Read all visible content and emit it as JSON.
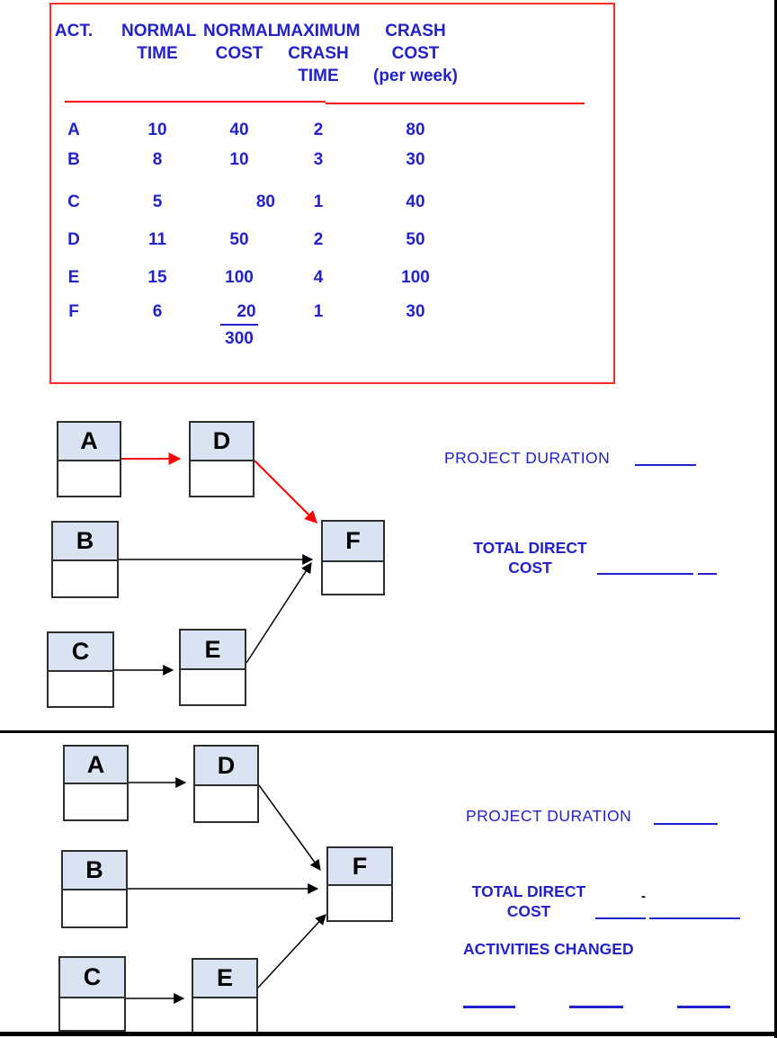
{
  "colors": {
    "blue": "#2222cc",
    "red": "#ff0000",
    "table_border": "#ff2a2a",
    "node_fill": "#dae3f1"
  },
  "table": {
    "headers": {
      "col1": {
        "line1": "ACT."
      },
      "col2": {
        "line1": "NORMAL",
        "line2": "TIME"
      },
      "col3": {
        "line1": "NORMAL",
        "line2": "COST"
      },
      "col4": {
        "line1": "MAXIMUM",
        "line2": "CRASH",
        "line3": "TIME"
      },
      "col5": {
        "line1": "CRASH",
        "line2": "COST",
        "line3": "(per week)"
      }
    },
    "rows": [
      {
        "act": "A",
        "normal_time": "10",
        "normal_cost": "40",
        "max_crash_time": "2",
        "crash_cost": "80"
      },
      {
        "act": "B",
        "normal_time": "8",
        "normal_cost": "10",
        "max_crash_time": "3",
        "crash_cost": "30"
      },
      {
        "act": "C",
        "normal_time": "5",
        "normal_cost": "80",
        "max_crash_time": "1",
        "crash_cost": "40"
      },
      {
        "act": "D",
        "normal_time": "11",
        "normal_cost": "50",
        "max_crash_time": "2",
        "crash_cost": "50"
      },
      {
        "act": "E",
        "normal_time": "15",
        "normal_cost": "100",
        "max_crash_time": "4",
        "crash_cost": "100"
      },
      {
        "act": "F",
        "normal_time": "6",
        "normal_cost": "20",
        "max_crash_time": "1",
        "crash_cost": "30"
      }
    ],
    "total_normal_cost": "300"
  },
  "diagram1": {
    "nodes": [
      "A",
      "D",
      "B",
      "F",
      "C",
      "E"
    ],
    "project_duration_label": "PROJECT DURATION",
    "total_direct_line1": "TOTAL DIRECT",
    "total_direct_line2": "COST"
  },
  "diagram2": {
    "nodes": [
      "A",
      "D",
      "B",
      "F",
      "C",
      "E"
    ],
    "project_duration_label": "PROJECT DURATION",
    "total_direct_line1": "TOTAL DIRECT",
    "total_direct_line2": "COST",
    "activities_changed_label": "ACTIVITIES CHANGED",
    "stray_mark": "-"
  }
}
